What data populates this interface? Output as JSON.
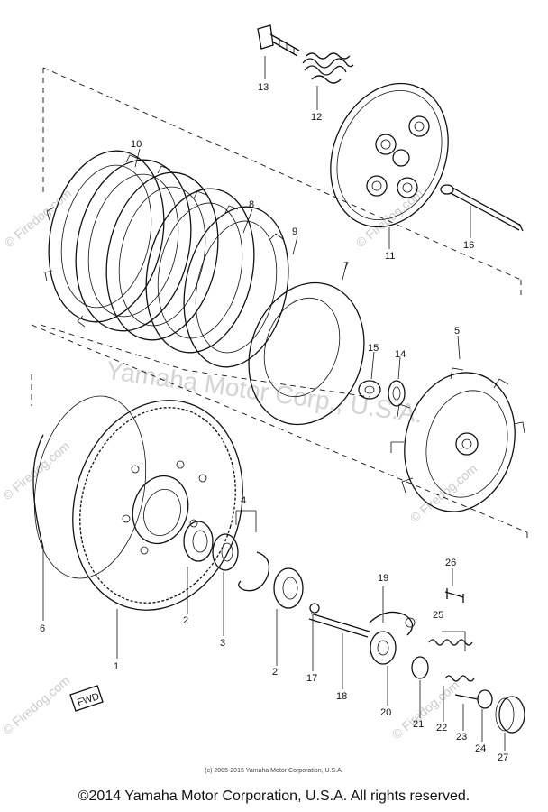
{
  "diagram": {
    "callouts": {
      "p1": "1",
      "p2a": "2",
      "p2b": "2",
      "p3": "3",
      "p4": "4",
      "p5": "5",
      "p6": "6",
      "p7": "7",
      "p8": "8",
      "p9": "9",
      "p10": "10",
      "p11": "11",
      "p12": "12",
      "p13": "13",
      "p14": "14",
      "p15": "15",
      "p16": "16",
      "p17": "17",
      "p18": "18",
      "p19": "19",
      "p20": "20",
      "p21": "21",
      "p22": "22",
      "p23": "23",
      "p24": "24",
      "p25": "25",
      "p26": "26",
      "p27": "27"
    },
    "fwd_label": "FWD",
    "watermarks": {
      "center": "Yamaha Motor Corp., U.S.A.",
      "firedog": "© Firedog.com"
    }
  },
  "footer": {
    "small_copyright": "(c) 2005-2015 Yamaha Motor Corporation, U.S.A.",
    "copyright": "©2014 Yamaha Motor Corporation, U.S.A. All rights reserved."
  }
}
